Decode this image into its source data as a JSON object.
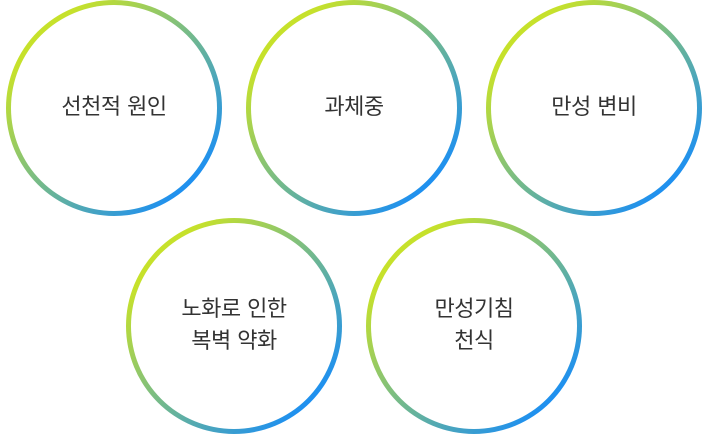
{
  "colors": {
    "ring_start": "#c6e12b",
    "ring_end": "#1e90f0",
    "text": "#333333"
  },
  "circles": [
    {
      "lines": [
        "선천적 원인"
      ]
    },
    {
      "lines": [
        "과체중"
      ]
    },
    {
      "lines": [
        "만성 변비"
      ]
    },
    {
      "lines": [
        "노화로 인한",
        "복벽 약화"
      ]
    },
    {
      "lines": [
        "만성기침",
        "천식"
      ]
    }
  ]
}
